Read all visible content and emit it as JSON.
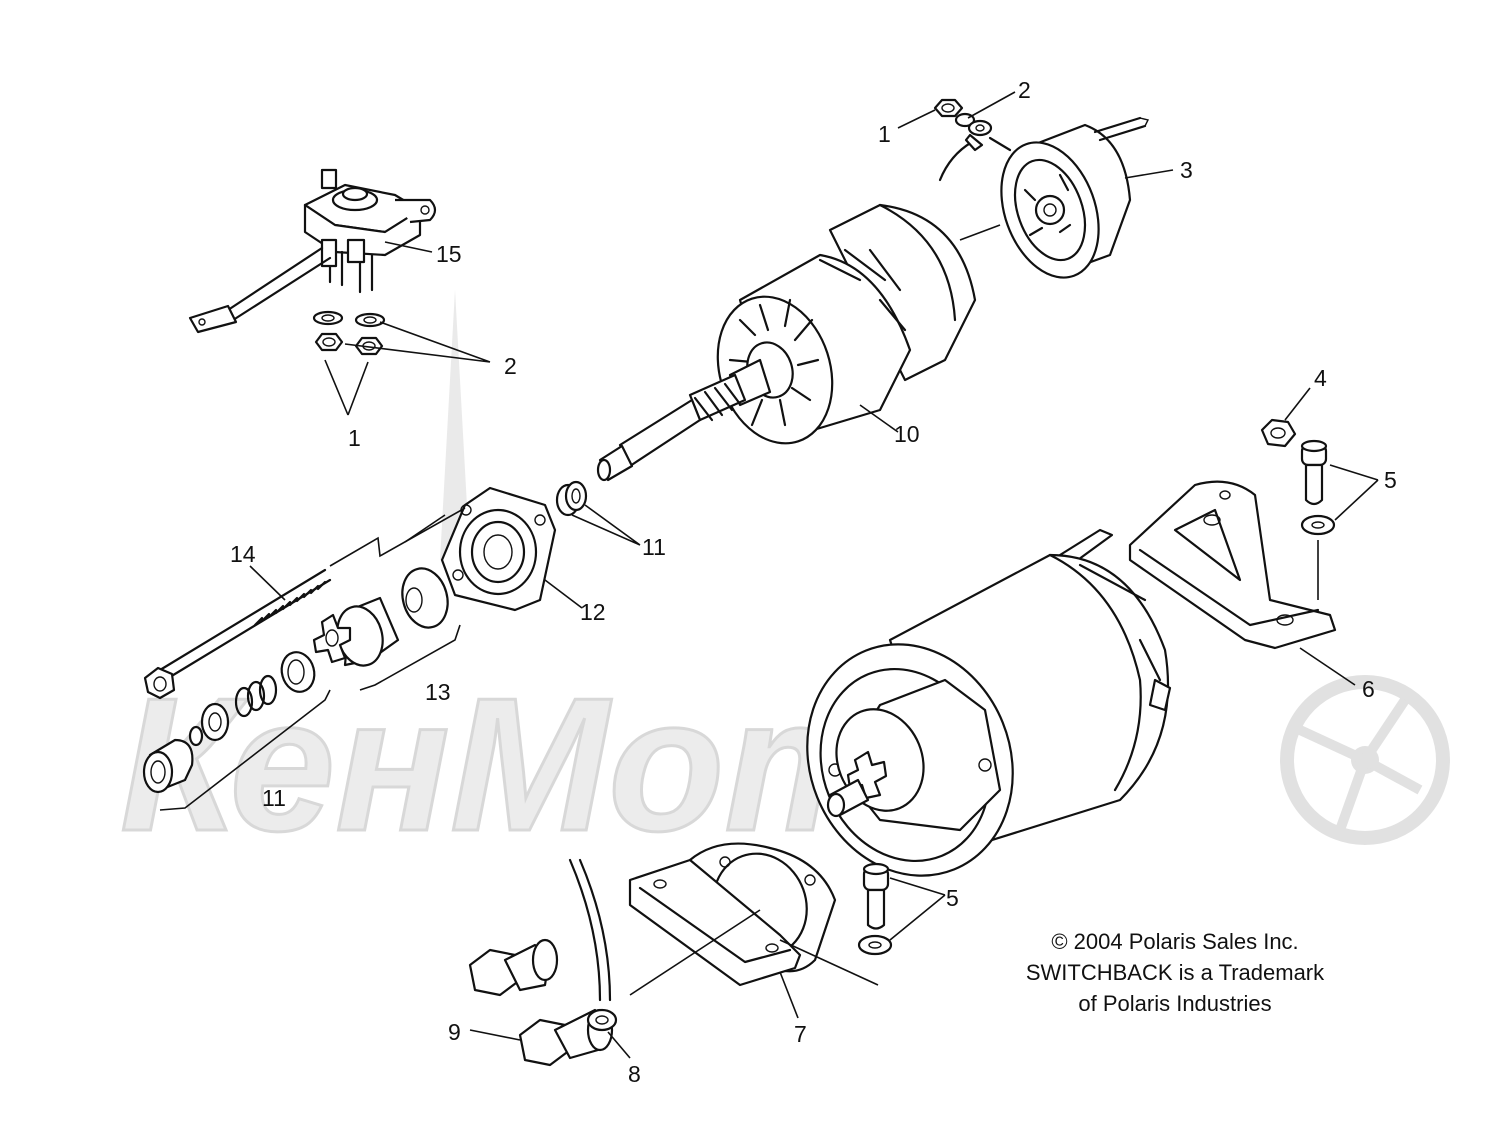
{
  "copyright": {
    "line1": "© 2004 Polaris Sales Inc.",
    "line2": "SWITCHBACK is a Trademark",
    "line3": "of Polaris Industries"
  },
  "callouts": {
    "c1_top": "1",
    "c2_top": "2",
    "c3": "3",
    "c15": "15",
    "c2_left": "2",
    "c1_left": "1",
    "c10": "10",
    "c4": "4",
    "c5_right": "5",
    "c6": "6",
    "c11_mid": "11",
    "c12": "12",
    "c14": "14",
    "c13": "13",
    "c11_low": "11",
    "c5_low": "5",
    "c7": "7",
    "c9": "9",
    "c8": "8"
  },
  "watermark": {
    "text": "КенМото"
  }
}
